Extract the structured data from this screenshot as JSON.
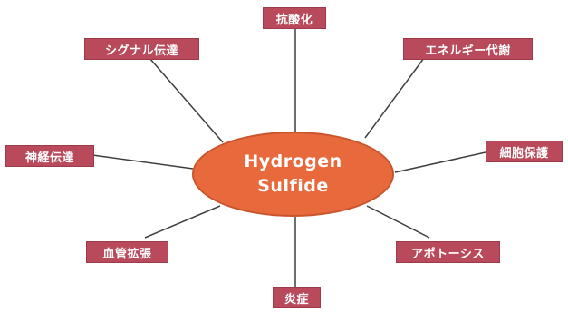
{
  "center": {
    "line1": "Hydrogen",
    "line2": "Sulfide"
  },
  "nodes": [
    {
      "label": "抗酸化"
    },
    {
      "label": "シグナル伝達"
    },
    {
      "label": "エネルギー代謝"
    },
    {
      "label": "神経伝達"
    },
    {
      "label": "細胞保護"
    },
    {
      "label": "血管拡張"
    },
    {
      "label": "アポトーシス"
    },
    {
      "label": "炎症"
    }
  ],
  "colors": {
    "center_fill": "#e8693c",
    "label_fill": "#b94a5b",
    "connector": "#3f3f3f"
  }
}
